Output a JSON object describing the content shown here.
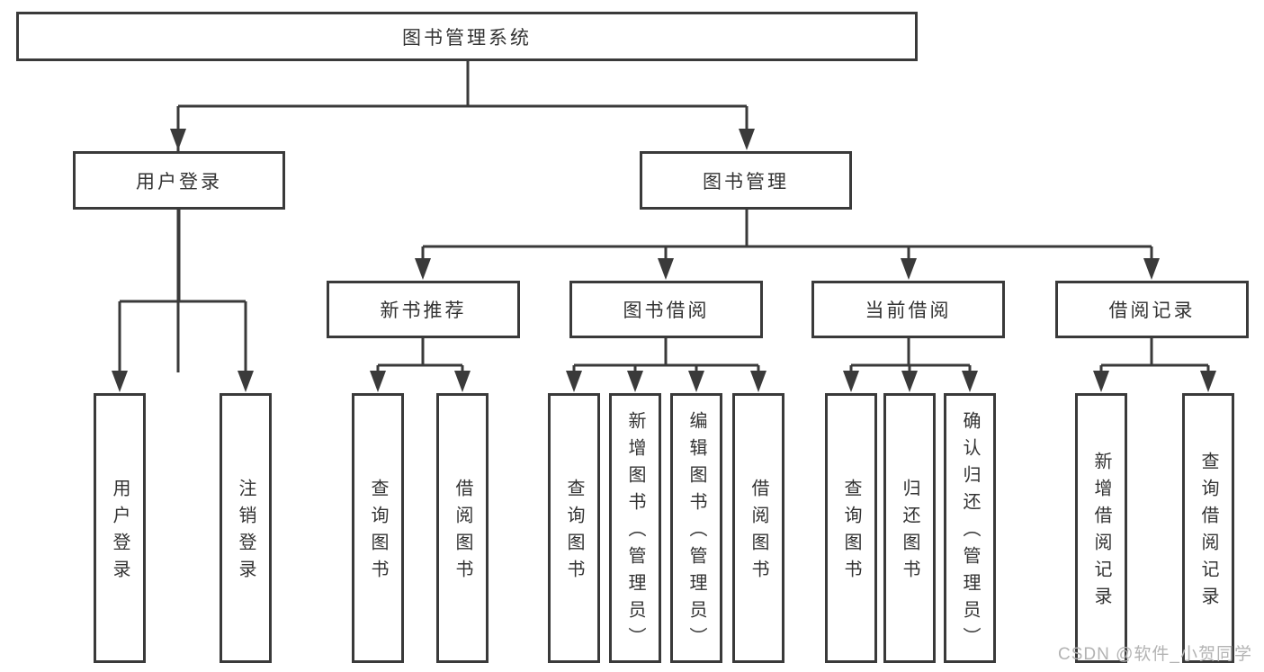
{
  "root": {
    "label": "图书管理系统"
  },
  "level2": {
    "user_login": {
      "label": "用户登录"
    },
    "book_mgmt": {
      "label": "图书管理"
    }
  },
  "level3": {
    "new_books": {
      "label": "新书推荐"
    },
    "borrowing": {
      "label": "图书借阅"
    },
    "current": {
      "label": "当前借阅"
    },
    "records": {
      "label": "借阅记录"
    }
  },
  "leaves": {
    "user_login": [
      "用户登录",
      "注销登录"
    ],
    "new_books": [
      "查询图书",
      "借阅图书"
    ],
    "borrowing": [
      "查询图书",
      "新增图书（管理员）",
      "编辑图书（管理员）",
      "借阅图书"
    ],
    "current": [
      "查询图书",
      "归还图书",
      "确认归还（管理员）"
    ],
    "records": [
      "新增借阅记录",
      "查询借阅记录"
    ]
  },
  "watermark": "CSDN @软件_小贺同学",
  "colors": {
    "line": "#3a3a3a",
    "text": "#333333",
    "box_bg": "#ffffff",
    "watermark": "#b3b3b3"
  }
}
